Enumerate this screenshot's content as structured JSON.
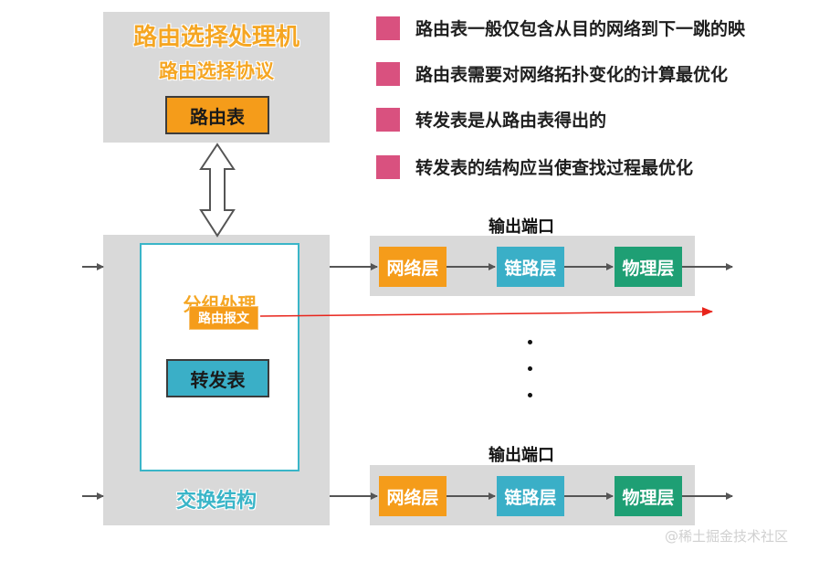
{
  "router": {
    "title": "路由选择处理机",
    "protocol": "路由选择协议",
    "table": "路由表"
  },
  "bullets": [
    "路由表一般仅包含从目的网络到下一跳的映",
    "路由表需要对网络拓扑变化的计算最优化",
    "转发表是从路由表得出的",
    "转发表的结构应当使查找过程最优化"
  ],
  "fabric": {
    "group_label": "分组处理",
    "route_message": "路由报文",
    "forwarding_table": "转发表",
    "label": "交换结构"
  },
  "ports": [
    {
      "title": "输出端口",
      "layers": [
        "网络层",
        "链路层",
        "物理层"
      ]
    },
    {
      "title": "输出端口",
      "layers": [
        "网络层",
        "链路层",
        "物理层"
      ]
    }
  ],
  "watermark": "@稀土掘金技术社区",
  "colors": {
    "orange": "#f59c1a",
    "teal": "#3aafc7",
    "green": "#1e9f74",
    "pink": "#d9517f",
    "gray_panel": "#d9d9d9",
    "red_arrow": "#e8241b"
  }
}
